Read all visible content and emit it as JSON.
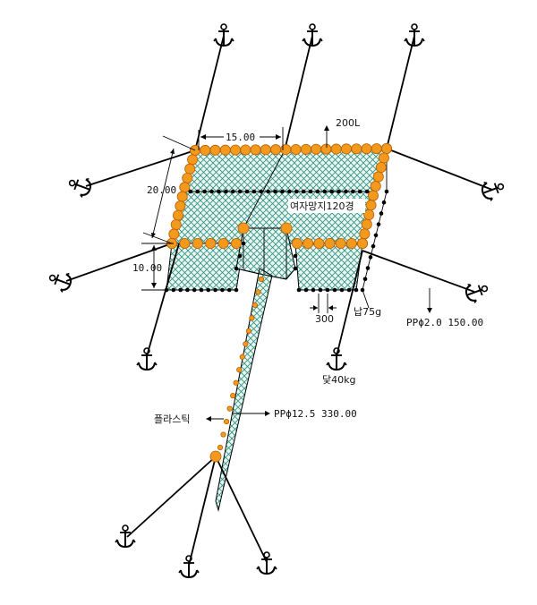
{
  "labels": {
    "dim_top": "15.00",
    "dim_side": "20.00",
    "dim_lower": "10.00",
    "float_size": "200L",
    "net_spec": "여자망지120경",
    "gap": "300",
    "lead": "납75g",
    "rope_main": "PPϕ2.0  150.00",
    "anchor_weight": "닻40kg",
    "plastic": "플라스틱",
    "rope_leader": "PPϕ12.5  330.00"
  },
  "colors": {
    "float": "#f39a1e",
    "float_edge": "#b85f00",
    "mesh": "#2f8f7f",
    "mesh_bg": "#eaf6f2",
    "line": "#000000"
  },
  "icons": [
    "anchor-icon",
    "float-icon",
    "sinker-icon"
  ]
}
